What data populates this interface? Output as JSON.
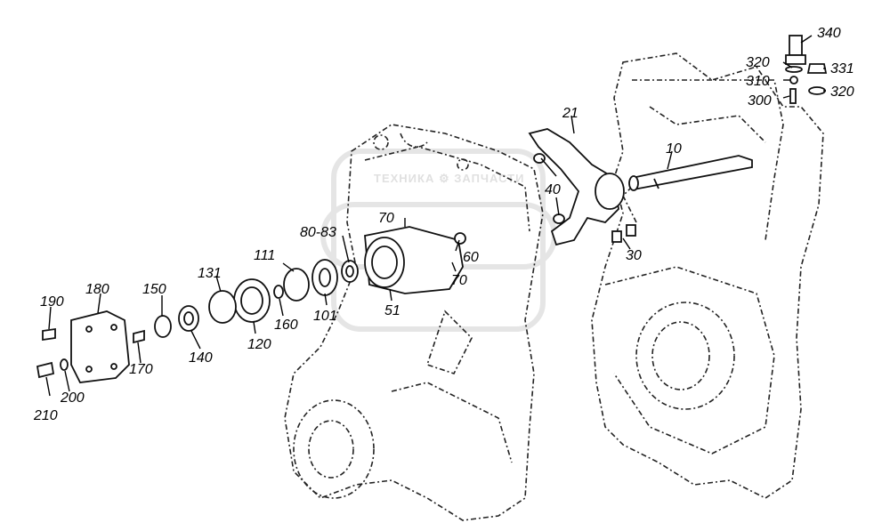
{
  "watermark": {
    "text": "ТЕХНИКА ⚙ ЗАПЧАСТИ"
  },
  "labels": {
    "l340": "340",
    "l320a": "320",
    "l331": "331",
    "l310": "310",
    "l320b": "320",
    "l300": "300",
    "l21": "21",
    "l10": "10",
    "l40": "40",
    "l30": "30",
    "l70a": "70",
    "l70b": "70",
    "l8083": "80-83",
    "l60": "60",
    "l51": "51",
    "l111": "111",
    "l101": "101",
    "l160": "160",
    "l131": "131",
    "l120": "120",
    "l150": "150",
    "l140": "140",
    "l180": "180",
    "l170": "170",
    "l190": "190",
    "l200": "200",
    "l210": "210"
  }
}
